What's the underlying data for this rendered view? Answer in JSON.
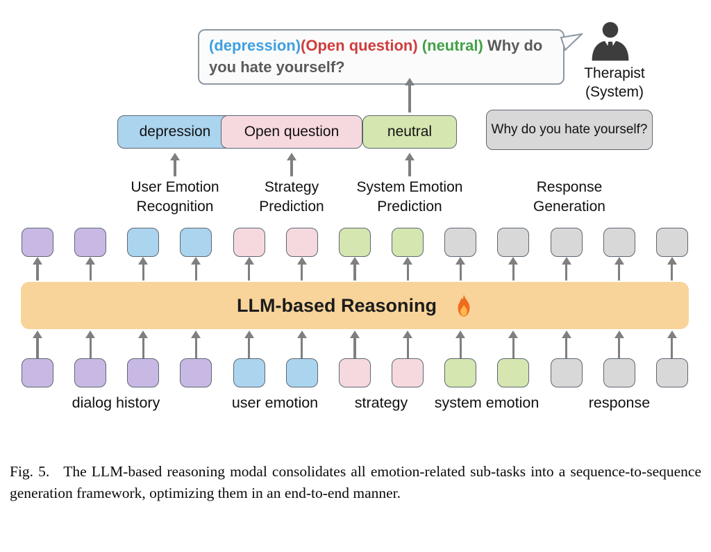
{
  "bubble": {
    "segments": [
      {
        "text": "(depression)",
        "color": "#3f9fe0"
      },
      {
        "text": "(Open question)",
        "color": "#cf3d3d"
      },
      {
        "text": " (neutral)",
        "color": "#43a047"
      },
      {
        "text": " Why do you hate yourself?",
        "color": "#5a5a5a"
      }
    ]
  },
  "therapist": {
    "line1": "Therapist",
    "line2": "(System)"
  },
  "output_boxes": [
    {
      "label": "depression",
      "group": "blue"
    },
    {
      "label": "Open question",
      "group": "pink"
    },
    {
      "label": "neutral",
      "group": "green"
    },
    {
      "label": "Why do you hate yourself?",
      "group": "gray"
    }
  ],
  "task_labels": [
    {
      "line1": "User Emotion",
      "line2": "Recognition"
    },
    {
      "line1": "Strategy",
      "line2": "Prediction"
    },
    {
      "line1": "System Emotion",
      "line2": "Prediction"
    },
    {
      "line1": "Response",
      "line2": "Generation"
    }
  ],
  "bar": {
    "label": "LLM-based Reasoning"
  },
  "tokens": {
    "top": [
      "purple",
      "purple",
      "blue",
      "blue",
      "pink",
      "pink",
      "green",
      "green",
      "gray",
      "gray",
      "gray",
      "gray",
      "gray"
    ],
    "bottom": [
      "purple",
      "purple",
      "purple",
      "purple",
      "blue",
      "blue",
      "pink",
      "pink",
      "green",
      "green",
      "gray",
      "gray",
      "gray"
    ]
  },
  "input_labels": [
    "dialog history",
    "user emotion",
    "strategy",
    "system emotion",
    "response"
  ],
  "caption": {
    "fig": "Fig. 5.",
    "text": "The LLM-based reasoning modal consolidates all emotion-related sub-tasks into a sequence-to-sequence generation framework, optimizing them in an end-to-end manner."
  },
  "colors": {
    "purple": "#c8b9e4",
    "blue": "#abd4ee",
    "pink": "#f6d9de",
    "green": "#d5e6b0",
    "gray": "#d8d8d8",
    "bar": "#f8d49a",
    "arrow": "#7f7f7f"
  }
}
